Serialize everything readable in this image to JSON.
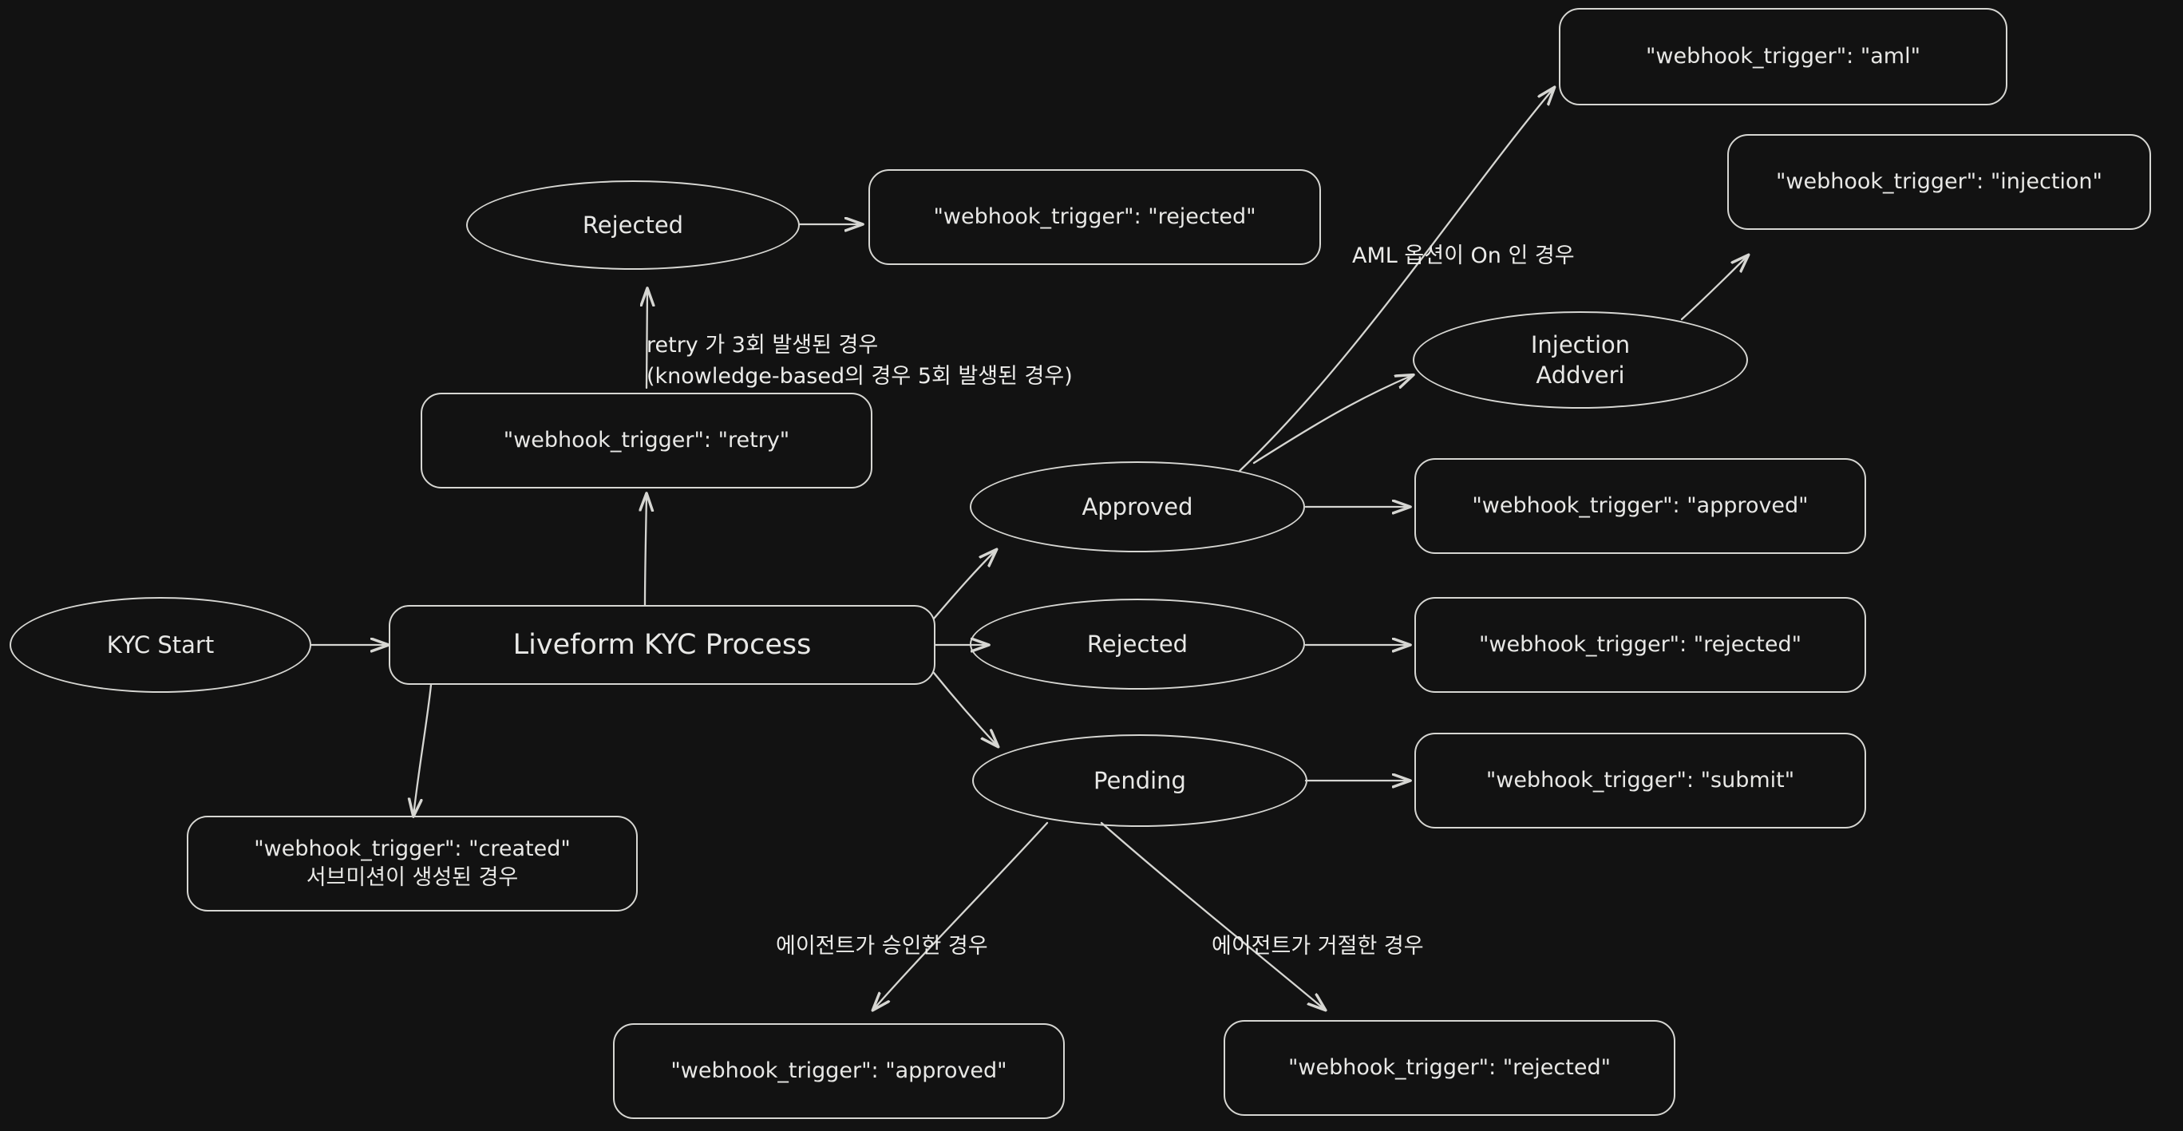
{
  "diagram": {
    "title_node": "Liveform KYC Process",
    "background_color": "#121212",
    "stroke_color": "#d6d6d2",
    "text_color": "#e8e8e6",
    "nodes": {
      "kyc_start": "KYC Start",
      "liveform_process": "Liveform KYC Process",
      "rejected_top": "Rejected",
      "approved": "Approved",
      "rejected_mid": "Rejected",
      "pending": "Pending",
      "injection_addveri": "Injection\nAddveri"
    },
    "webhook_boxes": {
      "rejected_top": "\"webhook_trigger\": \"rejected\"",
      "retry": "\"webhook_trigger\": \"retry\"",
      "created": "\"webhook_trigger\": \"created\"\n서브미션이 생성된 경우",
      "aml": "\"webhook_trigger\": \"aml\"",
      "injection": "\"webhook_trigger\": \"injection\"",
      "approved": "\"webhook_trigger\": \"approved\"",
      "rejected_mid": "\"webhook_trigger\": \"rejected\"",
      "submit": "\"webhook_trigger\": \"submit\"",
      "agent_approved": "\"webhook_trigger\": \"approved\"",
      "agent_rejected": "\"webhook_trigger\": \"rejected\""
    },
    "edge_labels": {
      "retry_count": "retry 가 3회 발생된 경우\n(knowledge-based의 경우 5회 발생된 경우)",
      "aml_on": "AML 옵션이 On 인 경우",
      "agent_approved": "에이전트가 승인한 경우",
      "agent_rejected": "에이전트가 거절한 경우"
    }
  }
}
